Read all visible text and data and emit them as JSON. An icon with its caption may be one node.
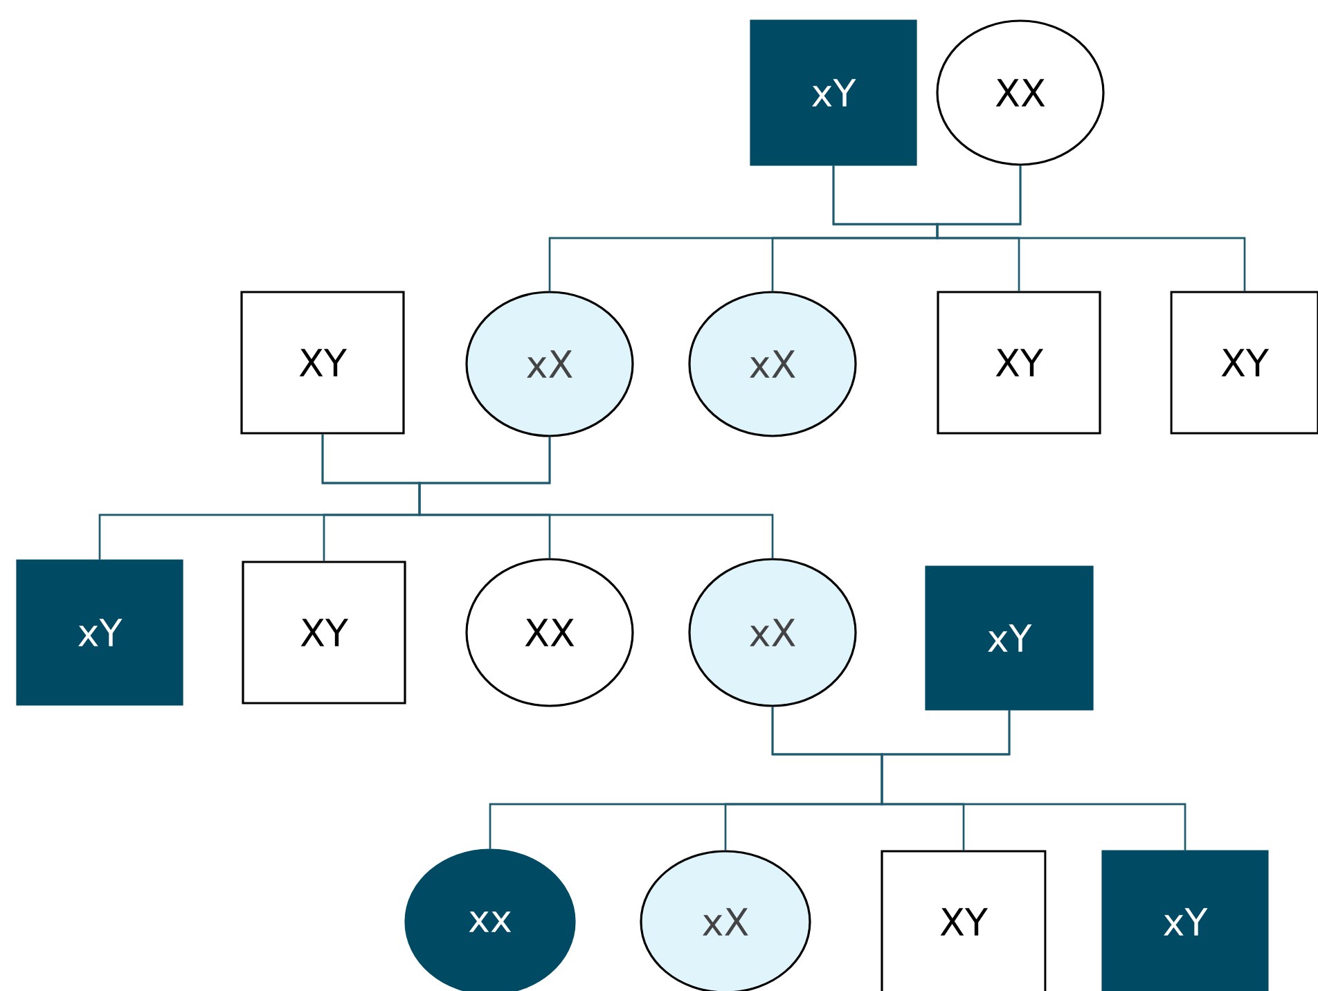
{
  "diagram": {
    "nodes": [
      {
        "text": [
          "xY"
        ]
      },
      {
        "text": [
          "XX"
        ]
      },
      {
        "text": [
          "XY"
        ]
      },
      {
        "text": [
          "xX"
        ]
      },
      {
        "text": [
          "xX"
        ]
      },
      {
        "text": [
          "XY"
        ]
      },
      {
        "text": [
          "XY"
        ]
      },
      {
        "text": [
          "xY"
        ]
      },
      {
        "text": [
          "XY"
        ]
      },
      {
        "text": [
          "XX"
        ]
      },
      {
        "text": [
          "xX"
        ]
      },
      {
        "text": [
          "xY"
        ]
      },
      {
        "text": [
          "xx"
        ]
      },
      {
        "text": [
          "xX"
        ]
      },
      {
        "text": [
          "XY"
        ]
      },
      {
        "text": [
          "xY"
        ]
      }
    ],
    "edges": [
      {
        "from": 0,
        "to": 3,
        "arrow": "none"
      },
      {
        "from": 0,
        "to": 4,
        "arrow": "none"
      },
      {
        "from": 0,
        "to": 5,
        "arrow": "none"
      },
      {
        "from": 0,
        "to": 6,
        "arrow": "none"
      },
      {
        "from": 1,
        "to": 3,
        "arrow": "none"
      },
      {
        "from": 1,
        "to": 4,
        "arrow": "none"
      },
      {
        "from": 1,
        "to": 5,
        "arrow": "none"
      },
      {
        "from": 1,
        "to": 6,
        "arrow": "none"
      },
      {
        "from": 2,
        "to": 7,
        "arrow": "none"
      },
      {
        "from": 2,
        "to": 8,
        "arrow": "none"
      },
      {
        "from": 2,
        "to": 9,
        "arrow": "none"
      },
      {
        "from": 2,
        "to": 10,
        "arrow": "none"
      },
      {
        "from": 3,
        "to": 7,
        "arrow": "none"
      },
      {
        "from": 3,
        "to": 8,
        "arrow": "none"
      },
      {
        "from": 3,
        "to": 9,
        "arrow": "none"
      },
      {
        "from": 3,
        "to": 10,
        "arrow": "none"
      },
      {
        "from": 10,
        "to": 12,
        "arrow": "none"
      },
      {
        "from": 10,
        "to": 13,
        "arrow": "none"
      },
      {
        "from": 10,
        "to": 14,
        "arrow": "none"
      },
      {
        "from": 10,
        "to": 15,
        "arrow": "none"
      },
      {
        "from": 11,
        "to": 12,
        "arrow": "none"
      },
      {
        "from": 11,
        "to": 13,
        "arrow": "none"
      },
      {
        "from": 11,
        "to": 14,
        "arrow": "none"
      },
      {
        "from": 11,
        "to": 15,
        "arrow": "none"
      }
    ]
  }
}
